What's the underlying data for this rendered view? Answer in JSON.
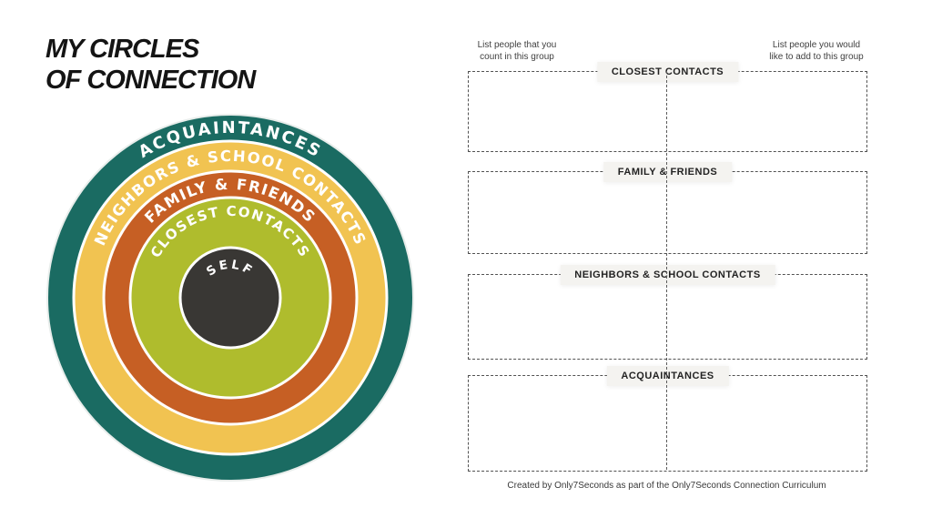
{
  "title": {
    "line1": "MY CIRCLES",
    "line2": "OF CONNECTION"
  },
  "diagram": {
    "rings": [
      {
        "label": "ACQUAINTANCES",
        "color": "#1A6B62"
      },
      {
        "label": "NEIGHBORS & SCHOOL CONTACTS",
        "color": "#F1C351"
      },
      {
        "label": "FAMILY & FRIENDS",
        "color": "#C65F24"
      },
      {
        "label": "CLOSEST CONTACTS",
        "color": "#AFBC2D"
      },
      {
        "label": "SELF",
        "color": "#393734"
      }
    ],
    "label_color": "#FFFFFF"
  },
  "worksheet": {
    "left_hint": {
      "line1": "List people that you",
      "line2": "count in this group"
    },
    "right_hint": {
      "line1": "List people you would",
      "line2": "like to add to this group"
    },
    "sections": [
      {
        "label": "CLOSEST CONTACTS",
        "left_value": "",
        "right_value": ""
      },
      {
        "label": "FAMILY & FRIENDS",
        "left_value": "",
        "right_value": ""
      },
      {
        "label": "NEIGHBORS & SCHOOL CONTACTS",
        "left_value": "",
        "right_value": ""
      },
      {
        "label": "ACQUAINTANCES",
        "left_value": "",
        "right_value": ""
      }
    ],
    "footer": "Created by Only7Seconds as part of the Only7Seconds Connection Curriculum"
  }
}
